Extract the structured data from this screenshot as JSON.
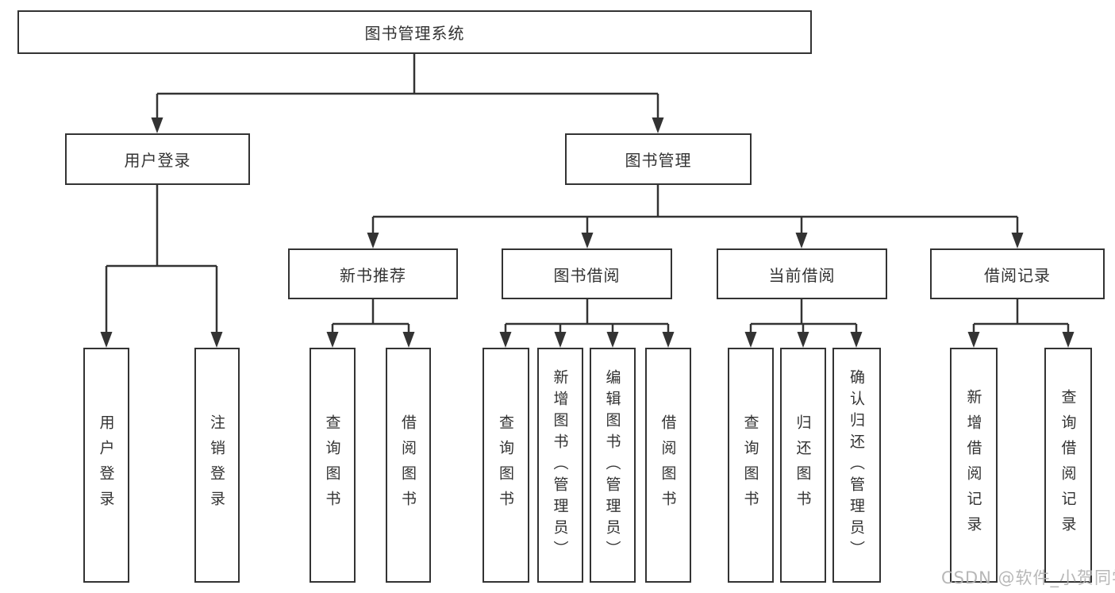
{
  "diagram": {
    "root": {
      "label": "图书管理系统"
    },
    "level2": [
      {
        "label": "用户登录"
      },
      {
        "label": "图书管理"
      }
    ],
    "level3": [
      {
        "label": "新书推荐"
      },
      {
        "label": "图书借阅"
      },
      {
        "label": "当前借阅"
      },
      {
        "label": "借阅记录"
      }
    ],
    "leaves": [
      {
        "label": "用户登录"
      },
      {
        "label": "注销登录"
      },
      {
        "label": "查询图书"
      },
      {
        "label": "借阅图书"
      },
      {
        "label": "查询图书"
      },
      {
        "label": "新增图书（管理员）"
      },
      {
        "label": "编辑图书（管理员）"
      },
      {
        "label": "借阅图书"
      },
      {
        "label": "查询图书"
      },
      {
        "label": "归还图书"
      },
      {
        "label": "确认归还（管理员）"
      },
      {
        "label": "新增借阅记录"
      },
      {
        "label": "查询借阅记录"
      }
    ],
    "colors": {
      "line": "#333333",
      "text": "#333333",
      "background": "#ffffff",
      "watermark": "#b0b0b0"
    }
  },
  "watermark": {
    "text": "CSDN @软件_小贺同学"
  }
}
